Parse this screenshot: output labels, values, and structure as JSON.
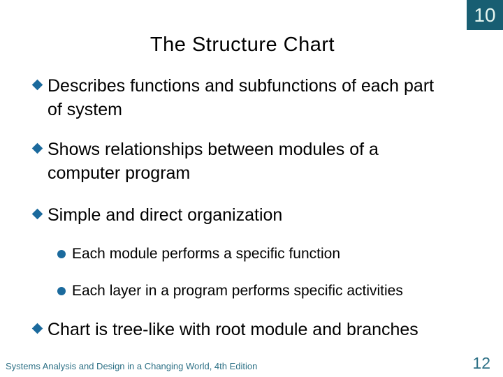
{
  "slide": {
    "slide_number_box": "10",
    "title": "The Structure Chart",
    "bullets": [
      {
        "level": 1,
        "lines": [
          "Describes functions and subfunctions of each part",
          "of system"
        ]
      },
      {
        "level": 1,
        "lines": [
          "Shows relationships between modules of a",
          "computer program"
        ]
      },
      {
        "level": 1,
        "lines": [
          "Simple and direct organization"
        ]
      },
      {
        "level": 2,
        "lines": [
          "Each module performs a specific function"
        ]
      },
      {
        "level": 2,
        "lines": [
          "Each layer in a program performs specific activities"
        ]
      },
      {
        "level": 1,
        "lines": [
          "Chart is tree-like with root module and branches"
        ]
      }
    ],
    "footer": "Systems Analysis and Design in a Changing World, 4th Edition",
    "page_number": "12",
    "colors": {
      "bullet_marker": "#1b6a9d",
      "slide_number_bg": "#185e72",
      "slide_number_text": "#e6f6f0",
      "footer_text": "#2e7186",
      "page_number_text": "#2e7186",
      "title_text": "#000000",
      "body_text": "#000000",
      "background": "#ffffff"
    }
  }
}
